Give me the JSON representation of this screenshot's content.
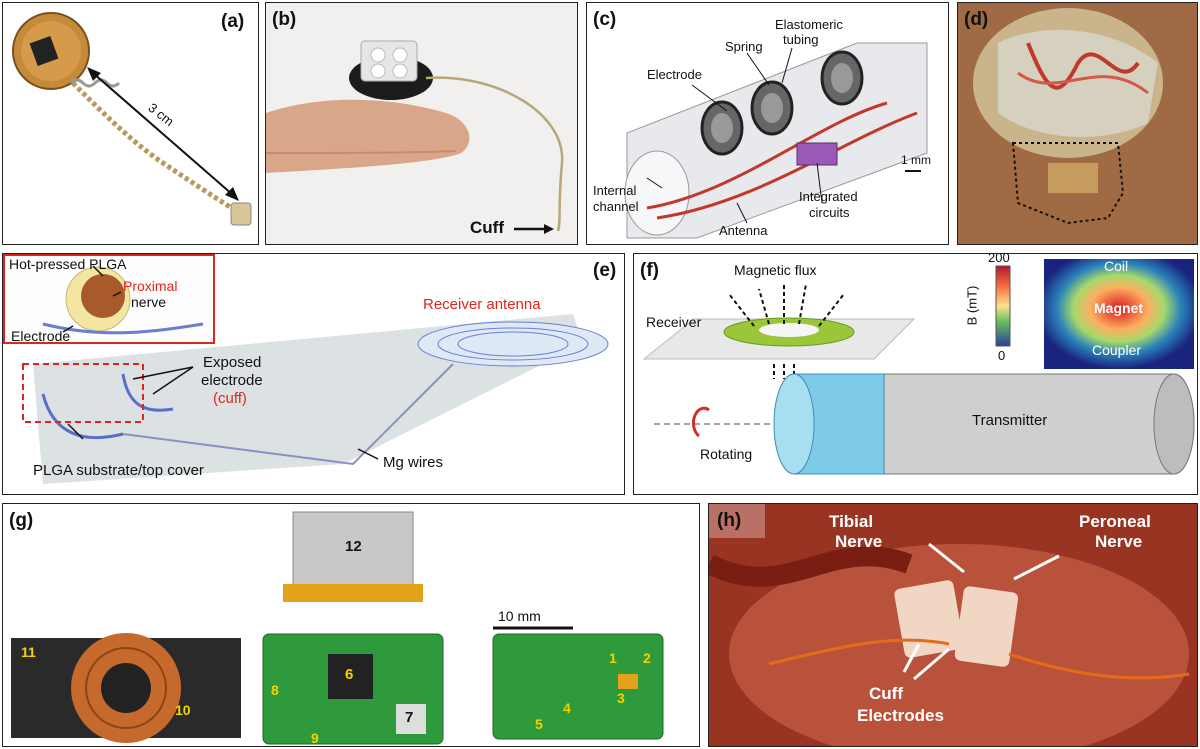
{
  "panels": {
    "a": {
      "label": "(a)",
      "scale": "3 cm"
    },
    "b": {
      "label": "(b)",
      "cuff": "Cuff"
    },
    "c": {
      "label": "(c)",
      "electrode": "Electrode",
      "spring": "Spring",
      "tubing_1": "Elastomeric",
      "tubing_2": "tubing",
      "scale": "1 mm",
      "channel_1": "Internal",
      "channel_2": "channel",
      "ic_1": "Integrated",
      "ic_2": "circuits",
      "antenna": "Antenna"
    },
    "d": {
      "label": "(d)"
    },
    "e": {
      "label": "(e)",
      "plga": "Hot-pressed PLGA",
      "proximal": "Proximal",
      "nerve": "nerve",
      "electrode": "Electrode",
      "receiver": "Receiver antenna",
      "exposed_1": "Exposed",
      "exposed_2": "electrode",
      "cuff": "(cuff)",
      "substrate": "PLGA substrate/top cover",
      "mg": "Mg wires"
    },
    "f": {
      "label": "(f)",
      "flux": "Magnetic flux",
      "receiver": "Receiver",
      "cbar_max": "200",
      "cbar_min": "0",
      "cbar_label": "B (mT)",
      "coil": "Coil",
      "magnet": "Magnet",
      "coupler": "Coupler",
      "transmitter": "Transmitter",
      "rotating": "Rotating"
    },
    "g": {
      "label": "(g)",
      "scale": "10 mm",
      "n1": "1",
      "n2": "2",
      "n3": "3",
      "n4": "4",
      "n5": "5",
      "n6": "6",
      "n7": "7",
      "n8": "8",
      "n9": "9",
      "n10": "10",
      "n11": "11",
      "n12": "12"
    },
    "h": {
      "label": "(h)",
      "tibial_1": "Tibial",
      "tibial_2": "Nerve",
      "peroneal_1": "Peroneal",
      "peroneal_2": "Nerve",
      "cuff_1": "Cuff",
      "cuff_2": "Electrodes"
    }
  },
  "colors": {
    "antenna_red": "#c0392b",
    "accent_red": "#e8241c",
    "pcb_green": "#2f9a3c",
    "copper": "#c56a2c"
  }
}
